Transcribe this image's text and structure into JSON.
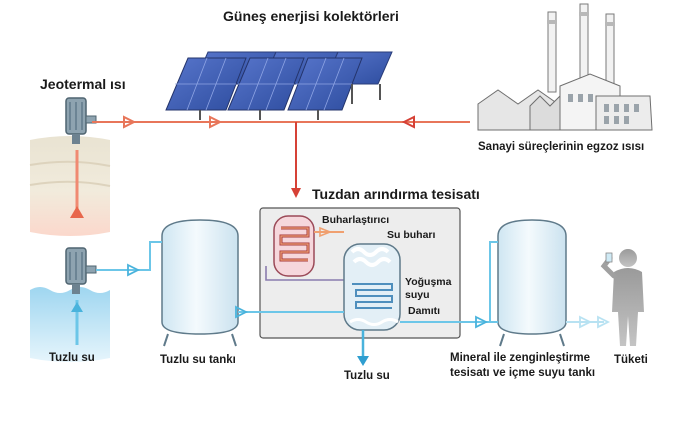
{
  "labels": {
    "solar_collectors": "Güneş enerjisi kolektörleri",
    "geothermal_heat": "Jeotermal ısı",
    "industrial_exhaust_heat": "Sanayi süreçlerinin egzoz ısısı",
    "desalination_plant": "Tuzdan arındırma tesisatı",
    "evaporator": "Buharlaştırıcı",
    "water_vapor": "Su buharı",
    "condensation_water_line1": "Yoğuşma",
    "condensation_water_line2": "suyu",
    "distillate": "Damıtı",
    "saltwater_source": "Tuzlu su",
    "saltwater_tank": "Tuzlu su tankı",
    "brine_outlet": "Tuzlu su",
    "mineral_tank_line1": "Mineral ile zenginleştirme",
    "mineral_tank_line2": "tesisatı ve içme suyu tankı",
    "consumption": "Tüketi"
  },
  "colors": {
    "heat_line": "#e8765a",
    "heat_line_dark": "#c9302c",
    "water_line": "#6cc6e8",
    "tank_fill": "#e6f3fa",
    "tank_stroke": "#5f7a8a",
    "panel_blue": "#3f5fb8",
    "plant_box": "#ececec"
  }
}
